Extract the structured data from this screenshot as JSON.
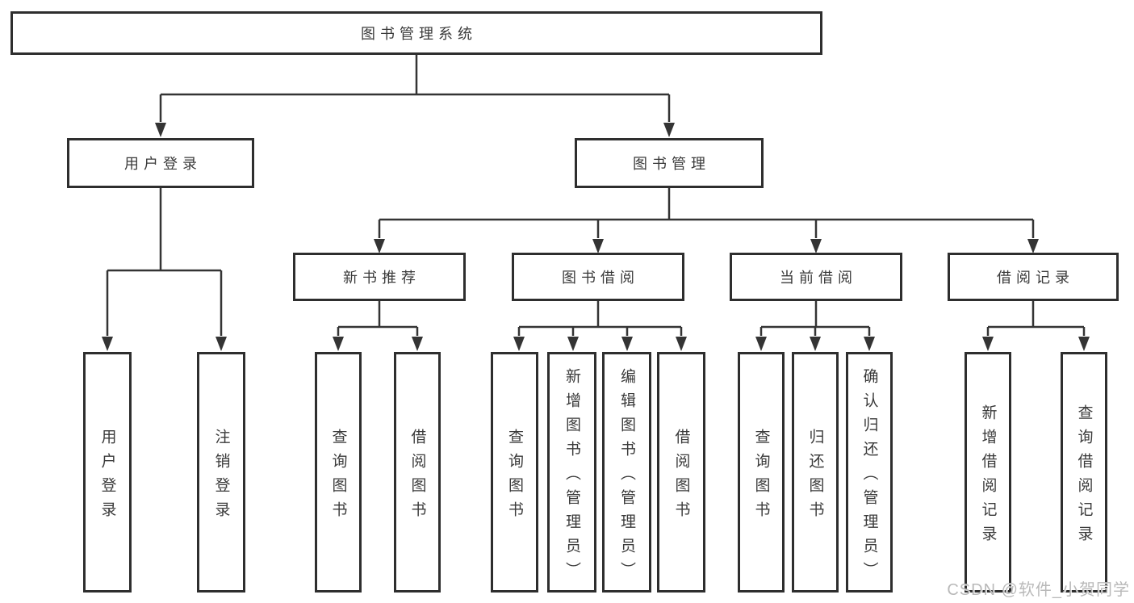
{
  "diagram": {
    "root": {
      "label": "图书管理系统"
    },
    "branches": [
      {
        "label": "用户登录",
        "children": [
          {
            "label": "用户登录"
          },
          {
            "label": "注销登录"
          }
        ]
      },
      {
        "label": "图书管理",
        "children": [
          {
            "label": "新书推荐",
            "children": [
              {
                "label": "查询图书"
              },
              {
                "label": "借阅图书"
              }
            ]
          },
          {
            "label": "图书借阅",
            "children": [
              {
                "label": "查询图书"
              },
              {
                "label": "新增图书（管理员）"
              },
              {
                "label": "编辑图书（管理员）"
              },
              {
                "label": "借阅图书"
              }
            ]
          },
          {
            "label": "当前借阅",
            "children": [
              {
                "label": "查询图书"
              },
              {
                "label": "归还图书"
              },
              {
                "label": "确认归还（管理员）"
              }
            ]
          },
          {
            "label": "借阅记录",
            "children": [
              {
                "label": "新增借阅记录"
              },
              {
                "label": "查询借阅记录"
              }
            ]
          }
        ]
      }
    ]
  },
  "watermark": {
    "text": "CSDN @软件_小贺同学"
  },
  "colors": {
    "line": "#343434",
    "border": "#2e2e2e",
    "text": "#3a3a3a",
    "watermark": "#b9b9b9",
    "background": "#ffffff"
  }
}
